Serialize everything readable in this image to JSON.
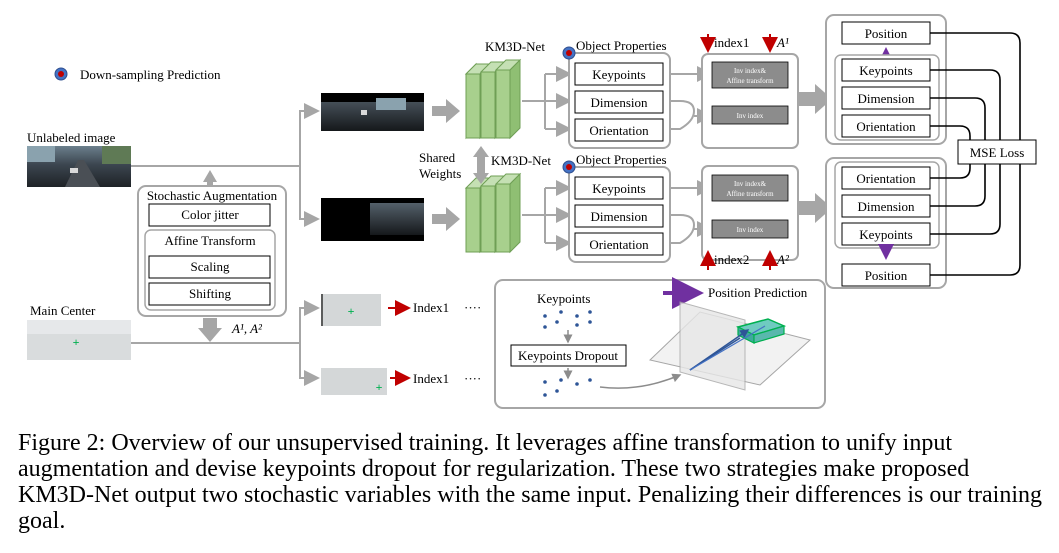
{
  "diagram": {
    "legend_label": "Down-sampling Prediction",
    "unlabeled_image_label": "Unlabeled image",
    "stochastic_augmentation_title": "Stochastic Augmentation",
    "color_jitter": "Color jitter",
    "affine_transform": "Affine Transform",
    "scaling": "Scaling",
    "shifting": "Shifting",
    "main_center_label": "Main Center",
    "affine_params": "A¹, A²",
    "km3d_net_top": "KM3D-Net",
    "km3d_net_bottom": "KM3D-Net",
    "shared_weights": [
      "Shared",
      "Weights"
    ],
    "object_properties_top": "Object Properties",
    "object_properties_bottom": "Object Properties",
    "branch_top": [
      "Keypoints",
      "Dimension",
      "Orientation"
    ],
    "branch_bottom": [
      "Keypoints",
      "Dimension",
      "Orientation"
    ],
    "inv_index_affine_top": [
      "Inv index&",
      "Affine transform"
    ],
    "inv_index_top": "Inv index",
    "inv_index_affine_bottom": [
      "Inv index&",
      "Affine transform"
    ],
    "inv_index_bottom": "Inv index",
    "index1_top": "index1",
    "a1_top": "A¹",
    "index2_bottom": "index2",
    "a2_bottom": "A²",
    "output_top": [
      "Position",
      "Keypoints",
      "Dimension",
      "Orientation"
    ],
    "output_bottom": [
      "Orientation",
      "Dimension",
      "Keypoints",
      "Position"
    ],
    "mse_loss": "MSE Loss",
    "index1_label_a": "Index1",
    "index1_label_b": "Index1",
    "ellipsis_a": "····",
    "ellipsis_b": "····",
    "inset_keypoints": "Keypoints",
    "inset_keypoints_dropout": "Keypoints Dropout",
    "inset_position_prediction": "Position Prediction"
  },
  "colors": {
    "network_green": "#a8d08d",
    "network_green_dark": "#6f9f55",
    "arrow_gray": "#a6a6a6",
    "down_arrow_red": "#c00000",
    "purple_arrow": "#7030a0",
    "dropout_blue": "#2e5597",
    "center_green": "#00b050"
  },
  "caption": "Figure 2: Overview of our unsupervised training. It leverages affine transformation to unify input augmentation and devise keypoints dropout for regularization. These two strategies make proposed KM3D-Net output two stochastic variables with the same input. Penalizing their differences is our training goal."
}
